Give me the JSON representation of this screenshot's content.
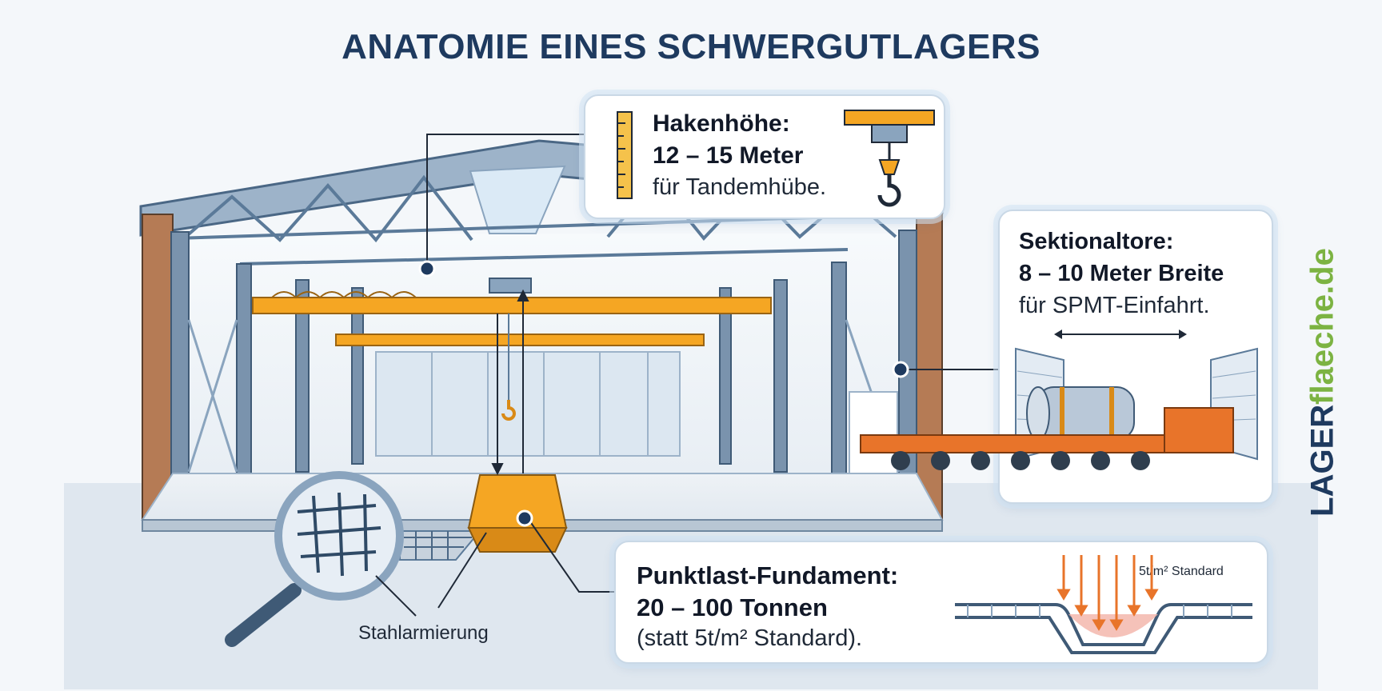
{
  "title": "ANATOMIE EINES SCHWERGUTLAGERS",
  "hook_card": {
    "label": "Hakenhöhe:",
    "value": "12 – 15 Meter",
    "note": "für Tandemhübe.",
    "icons": [
      "ruler-icon",
      "crane-hook-icon"
    ]
  },
  "gate_card": {
    "label": "Sektionaltore:",
    "value": "8 – 10 Meter Breite",
    "note": "für SPMT-Einfahrt.",
    "icons": [
      "sectional-door-icon",
      "spmt-transporter-icon"
    ]
  },
  "foundation_card": {
    "label": "Punktlast-Fundament:",
    "value": "20 – 100 Tonnen",
    "note": "(statt 5t/m² Standard).",
    "standard_tag": "5t/m² Standard",
    "icons": [
      "point-load-foundation-icon"
    ]
  },
  "rebar_label": "Stahlarmierung",
  "brand": {
    "primary": "LAGER",
    "secondary": "flaeche.de"
  },
  "colors": {
    "steel": "#5b7a99",
    "crane": "#f5a623",
    "navy": "#1e3a5f",
    "brand_green": "#7cb342",
    "load_arrow": "#e8742a"
  }
}
